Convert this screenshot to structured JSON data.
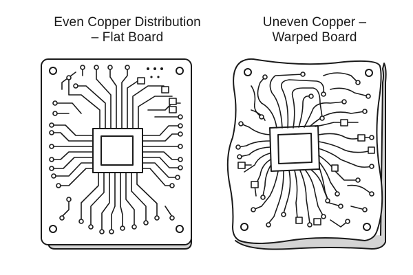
{
  "panels": [
    {
      "title_line1": "Even Copper Distribution",
      "title_line2": "– Flat Board"
    },
    {
      "title_line1": "Uneven Copper –",
      "title_line2": "Warped Board"
    }
  ],
  "colors": {
    "line": "#1a1a1a",
    "board": "#ffffff",
    "shadow": "#cfcfcf",
    "background": "#ffffff"
  }
}
